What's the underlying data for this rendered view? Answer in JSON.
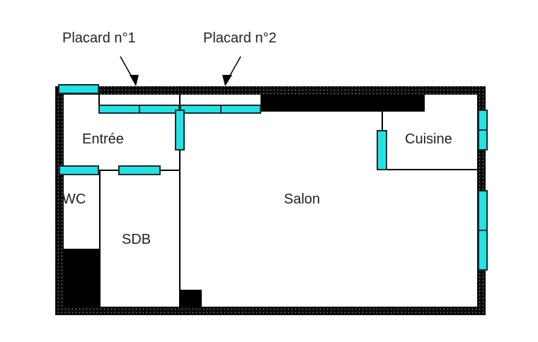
{
  "labels": {
    "placard1": "Placard n°1",
    "placard2": "Placard n°2",
    "entree": "Entrée",
    "wc": "WC",
    "sdb": "SDB",
    "salon": "Salon",
    "cuisine": "Cuisine"
  },
  "colors": {
    "wall": "#000000",
    "window": "#22e3e3",
    "window_frame": "#1a2a30",
    "background": "#ffffff"
  }
}
